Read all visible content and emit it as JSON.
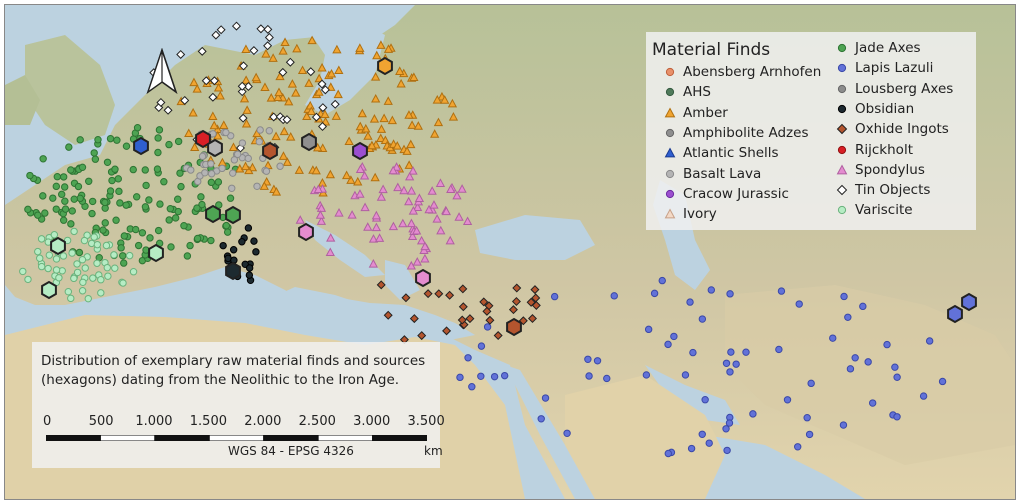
{
  "legend": {
    "title": "Material Finds",
    "items": [
      {
        "label": "Abensberg Arnhofen",
        "marker": "circle",
        "fill": "#e8906a",
        "stroke": "#c0603a"
      },
      {
        "label": "AHS",
        "marker": "circle",
        "fill": "#4f7a5a",
        "stroke": "#355a40"
      },
      {
        "label": "Amber",
        "marker": "triangle",
        "fill": "#f0a431",
        "stroke": "#b07010"
      },
      {
        "label": "Amphibolite Adzes",
        "marker": "circle",
        "fill": "#8f8f8f",
        "stroke": "#666666"
      },
      {
        "label": "Atlantic Shells",
        "marker": "triangle",
        "fill": "#2f5fd0",
        "stroke": "#1a3a90"
      },
      {
        "label": "Basalt Lava",
        "marker": "circle",
        "fill": "#b4b4b4",
        "stroke": "#8a8a8a"
      },
      {
        "label": "Cracow Jurassic",
        "marker": "circle",
        "fill": "#9b4fd0",
        "stroke": "#6a2aa0"
      },
      {
        "label": "Ivory",
        "marker": "triangle",
        "fill": "#f3d9c6",
        "stroke": "#c7a088"
      },
      {
        "label": "Jade Axes",
        "marker": "circle",
        "fill": "#4ea453",
        "stroke": "#2e7433"
      },
      {
        "label": "Lapis Lazuli",
        "marker": "circle",
        "fill": "#6272d8",
        "stroke": "#3a48a8"
      },
      {
        "label": "Lousberg Axes",
        "marker": "circle",
        "fill": "#8c8c8c",
        "stroke": "#666666"
      },
      {
        "label": "Obsidian",
        "marker": "circle",
        "fill": "#1d2a30",
        "stroke": "#000000"
      },
      {
        "label": "Oxhide Ingots",
        "marker": "diamond",
        "fill": "#b4552e",
        "stroke": "#222222"
      },
      {
        "label": "Rijckholt",
        "marker": "circle",
        "fill": "#d81f26",
        "stroke": "#901010"
      },
      {
        "label": "Spondylus",
        "marker": "triangle",
        "fill": "#e48ccf",
        "stroke": "#b060a0"
      },
      {
        "label": "Tin Objects",
        "marker": "diamond",
        "fill": "#ffffff",
        "stroke": "#222222"
      },
      {
        "label": "Variscite",
        "marker": "circle",
        "fill": "#b6ecc4",
        "stroke": "#6ab27c"
      }
    ]
  },
  "caption": {
    "text": "Distribution of exemplary raw material finds and sources (hexagons) dating from the Neolithic to the Iron Age."
  },
  "scale": {
    "labels": [
      "0",
      "500",
      "1.000",
      "1.500",
      "2.000",
      "2.500",
      "3.000",
      "3.500"
    ],
    "unit": "km",
    "crs": "WGS 84 - EPSG 4326"
  },
  "north_arrow": {
    "icon": "north-arrow-icon"
  },
  "colors": {
    "sea": "#bcd2e0",
    "land": "#c9c3a3",
    "land_green": "#a9b98c",
    "desert": "#e2d4ad"
  }
}
